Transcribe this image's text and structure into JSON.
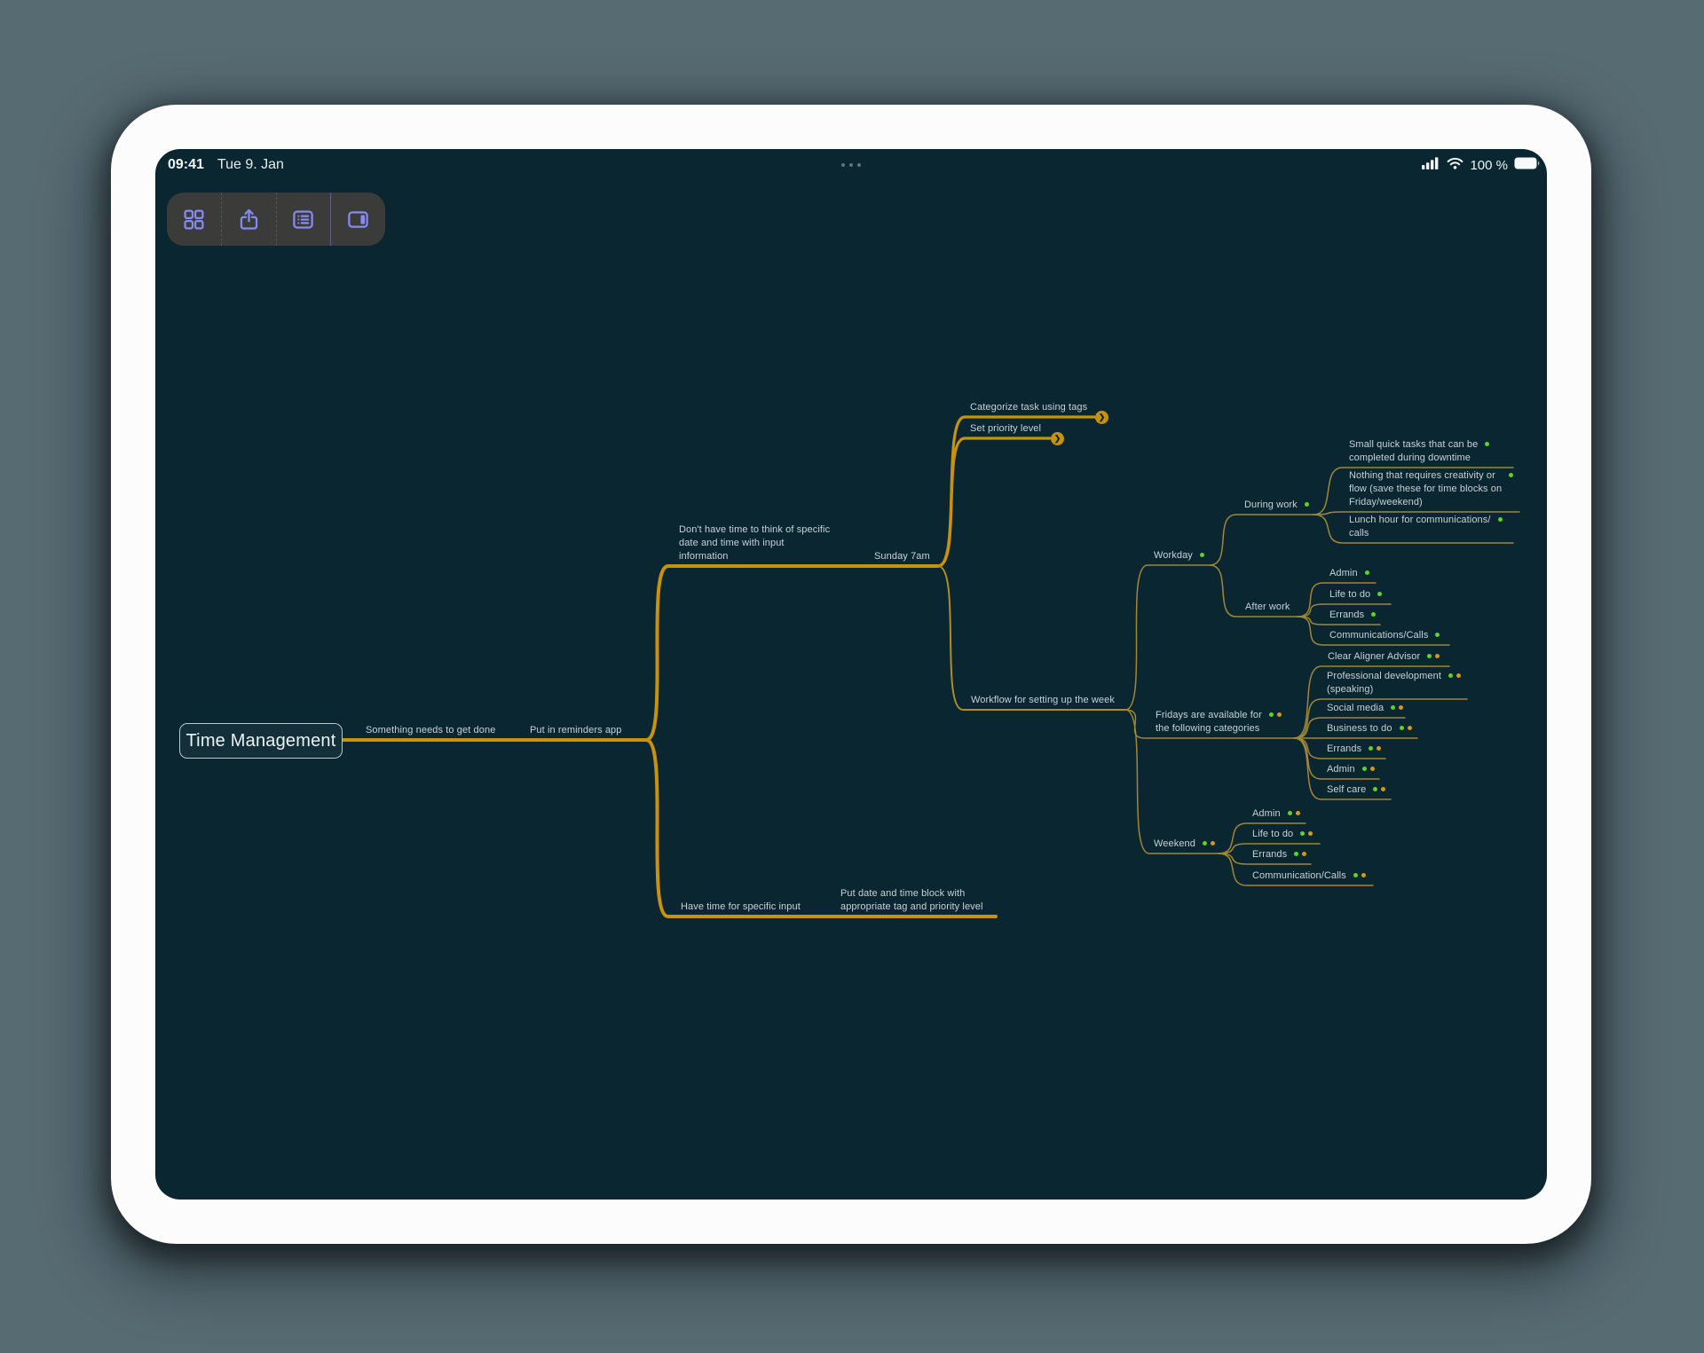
{
  "status_bar": {
    "time": "09:41",
    "date": "Tue 9. Jan",
    "battery_percent": "100 %"
  },
  "toolbar": {
    "buttons": [
      {
        "name": "documents-grid"
      },
      {
        "name": "share"
      },
      {
        "name": "outline-list"
      },
      {
        "name": "sidebar-toggle"
      }
    ]
  },
  "mindmap": {
    "root_label": "Time Management",
    "colors": {
      "branch": "#c8920f",
      "branch_dim": "#a18738",
      "tag_green": "#5dd32a",
      "tag_orange": "#d2991d",
      "canvas": "#0a2630"
    },
    "nodes": [
      {
        "id": "something",
        "parent": "root",
        "label": "Something needs to get done"
      },
      {
        "id": "reminders",
        "parent": "something",
        "label": "Put in reminders app"
      },
      {
        "id": "no_time",
        "parent": "reminders",
        "label": "Don't have time to think of specific\ndate and time with input\ninformation"
      },
      {
        "id": "sunday",
        "parent": "no_time",
        "label": "Sunday 7am"
      },
      {
        "id": "categorize",
        "parent": "sunday",
        "label": "Categorize task using tags",
        "chevron": true
      },
      {
        "id": "priority",
        "parent": "sunday",
        "label": "Set priority level",
        "chevron": true
      },
      {
        "id": "workflow",
        "parent": "sunday",
        "label": "Workflow for setting up the week"
      },
      {
        "id": "workday",
        "parent": "workflow",
        "label": "Workday",
        "dots": [
          "green"
        ]
      },
      {
        "id": "during_work",
        "parent": "workday",
        "label": "During work",
        "dots": [
          "green"
        ]
      },
      {
        "id": "small_tasks",
        "parent": "during_work",
        "label": "Small quick tasks that can be\ncompleted during downtime",
        "dots": [
          "green"
        ]
      },
      {
        "id": "nothing_creative",
        "parent": "during_work",
        "label": "Nothing that requires creativity or\nflow (save these for time blocks on\nFriday/weekend)",
        "dots": [
          "green"
        ]
      },
      {
        "id": "lunch_hour",
        "parent": "during_work",
        "label": "Lunch hour for communications/\ncalls",
        "dots": [
          "green"
        ]
      },
      {
        "id": "after_work",
        "parent": "workday",
        "label": "After work"
      },
      {
        "id": "aw_admin",
        "parent": "after_work",
        "label": "Admin",
        "dots": [
          "green"
        ]
      },
      {
        "id": "aw_life",
        "parent": "after_work",
        "label": "Life to do",
        "dots": [
          "green"
        ]
      },
      {
        "id": "aw_errands",
        "parent": "after_work",
        "label": "Errands",
        "dots": [
          "green"
        ]
      },
      {
        "id": "aw_comm",
        "parent": "after_work",
        "label": "Communications/Calls",
        "dots": [
          "green"
        ]
      },
      {
        "id": "fridays",
        "parent": "workflow",
        "label": "Fridays are available for\nthe following categories",
        "dots": [
          "green",
          "orange"
        ]
      },
      {
        "id": "fr_clear",
        "parent": "fridays",
        "label": "Clear Aligner Advisor",
        "dots": [
          "green",
          "orange"
        ]
      },
      {
        "id": "fr_prof",
        "parent": "fridays",
        "label": "Professional development\n(speaking)",
        "dots": [
          "green",
          "orange"
        ]
      },
      {
        "id": "fr_social",
        "parent": "fridays",
        "label": "Social media",
        "dots": [
          "green",
          "orange"
        ]
      },
      {
        "id": "fr_business",
        "parent": "fridays",
        "label": "Business to do",
        "dots": [
          "green",
          "orange"
        ]
      },
      {
        "id": "fr_errands",
        "parent": "fridays",
        "label": "Errands",
        "dots": [
          "green",
          "orange"
        ]
      },
      {
        "id": "fr_admin",
        "parent": "fridays",
        "label": "Admin",
        "dots": [
          "green",
          "orange"
        ]
      },
      {
        "id": "fr_self",
        "parent": "fridays",
        "label": "Self care",
        "dots": [
          "green",
          "orange"
        ]
      },
      {
        "id": "weekend",
        "parent": "workflow",
        "label": "Weekend",
        "dots": [
          "green",
          "orange"
        ]
      },
      {
        "id": "we_admin",
        "parent": "weekend",
        "label": "Admin",
        "dots": [
          "green",
          "orange"
        ]
      },
      {
        "id": "we_life",
        "parent": "weekend",
        "label": "Life to do",
        "dots": [
          "green",
          "orange"
        ]
      },
      {
        "id": "we_errands",
        "parent": "weekend",
        "label": "Errands",
        "dots": [
          "green",
          "orange"
        ]
      },
      {
        "id": "we_comm",
        "parent": "weekend",
        "label": "Communication/Calls",
        "dots": [
          "green",
          "orange"
        ]
      },
      {
        "id": "have_time",
        "parent": "reminders",
        "label": "Have time for specific input"
      },
      {
        "id": "put_date",
        "parent": "have_time",
        "label": "Put date and time block with\nappropriate tag and priority level"
      }
    ]
  }
}
